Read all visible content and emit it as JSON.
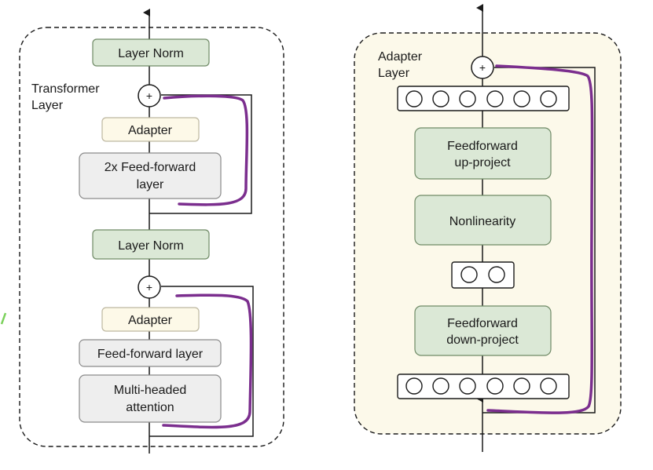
{
  "colors": {
    "green_box": "#dbe8d6",
    "green_border": "#6f8a66",
    "cream_box": "#fdf9e8",
    "grey_box": "#eeeeee",
    "adapter_bg": "#fcf9ea",
    "purple": "#7b2e8e",
    "line": "#1a1a1a",
    "stray_green": "#7ad15a"
  },
  "transformer": {
    "title_line1": "Transformer",
    "title_line2": "Layer",
    "layer_norm_top": "Layer Norm",
    "plus_top": "+",
    "adapter_top": "Adapter",
    "ff2x_line1": "2x Feed-forward",
    "ff2x_line2": "layer",
    "layer_norm_mid": "Layer Norm",
    "plus_bottom": "+",
    "adapter_bottom": "Adapter",
    "ff_layer": "Feed-forward layer",
    "mha_line1": "Multi-headed",
    "mha_line2": "attention"
  },
  "adapter": {
    "title_line1": "Adapter",
    "title_line2": "Layer",
    "plus": "+",
    "up_line1": "Feedforward",
    "up_line2": "up-project",
    "nonlinearity": "Nonlinearity",
    "down_line1": "Feedforward",
    "down_line2": "down-project"
  }
}
